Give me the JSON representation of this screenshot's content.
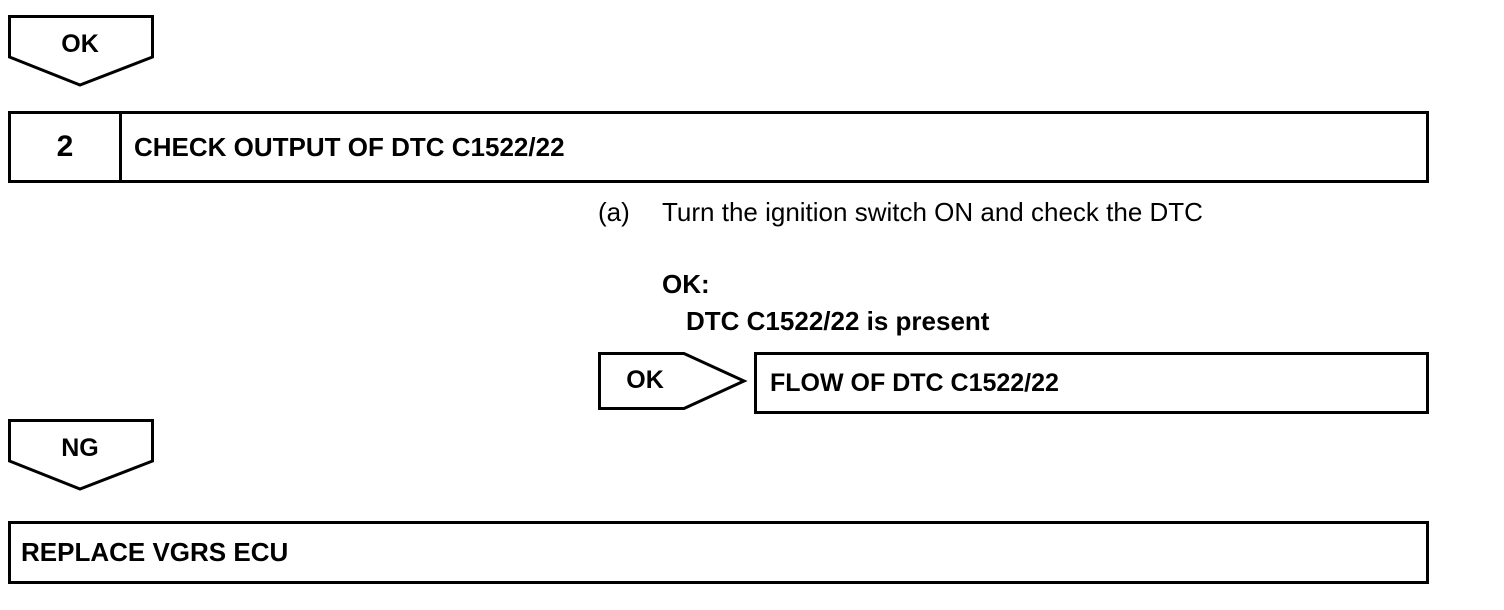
{
  "top_result_tab": {
    "label": "OK"
  },
  "step": {
    "number": "2",
    "title": "CHECK OUTPUT OF DTC C1522/22"
  },
  "instruction": {
    "marker": "(a)",
    "text": "Turn the ignition switch ON and check the DTC"
  },
  "criteria": {
    "heading": "OK:",
    "text": "DTC C1522/22 is present"
  },
  "ok_branch": {
    "arrow_label": "OK",
    "target": "FLOW OF DTC C1522/22"
  },
  "ng_branch": {
    "tab_label": "NG",
    "action": "REPLACE VGRS ECU"
  }
}
